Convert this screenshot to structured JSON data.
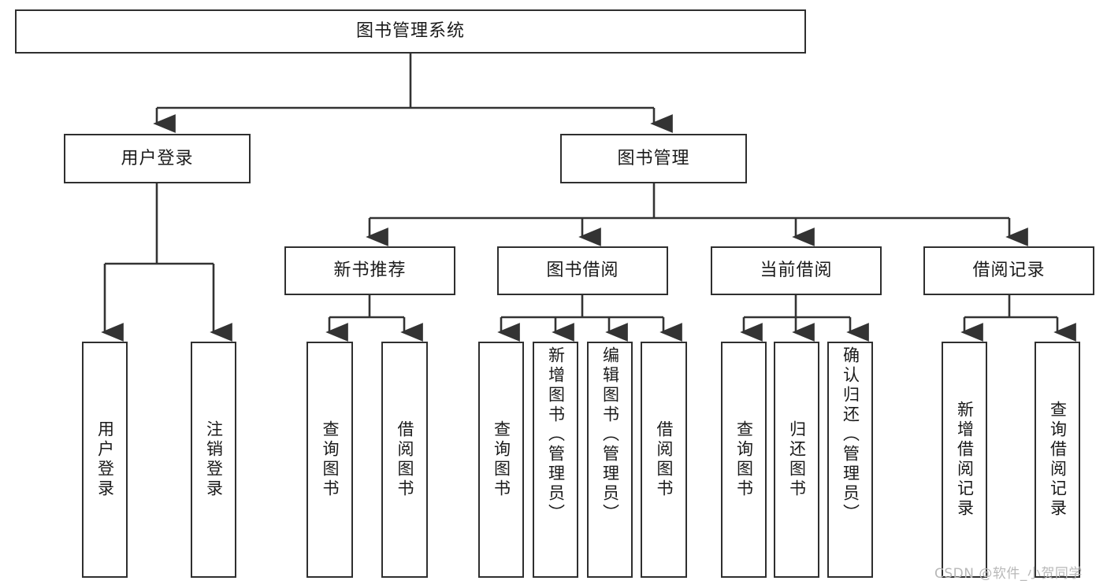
{
  "diagram": {
    "title": "图书管理系统",
    "type": "tree-hierarchy",
    "root": {
      "label": "图书管理系统"
    },
    "level1": [
      {
        "label": "用户登录"
      },
      {
        "label": "图书管理"
      }
    ],
    "level2": [
      {
        "label": "新书推荐",
        "parent": "图书管理"
      },
      {
        "label": "图书借阅",
        "parent": "图书管理"
      },
      {
        "label": "当前借阅",
        "parent": "图书管理"
      },
      {
        "label": "借阅记录",
        "parent": "图书管理"
      }
    ],
    "leaves": {
      "user_login": [
        {
          "label": "用户登录"
        },
        {
          "label": "注销登录"
        }
      ],
      "new_book_recommend": [
        {
          "label": "查询图书"
        },
        {
          "label": "借阅图书"
        }
      ],
      "book_borrow": [
        {
          "label": "查询图书"
        },
        {
          "label": "新增图书（管理员）"
        },
        {
          "label": "编辑图书（管理员）"
        },
        {
          "label": "借阅图书"
        }
      ],
      "current_borrow": [
        {
          "label": "查询图书"
        },
        {
          "label": "归还图书"
        },
        {
          "label": "确认归还（管理员）"
        }
      ],
      "borrow_record": [
        {
          "label": "新增借阅记录"
        },
        {
          "label": "查询借阅记录"
        }
      ]
    }
  },
  "colors": {
    "box_border": "#2f2f2f",
    "box_fill": "#ffffff",
    "connector": "#333333",
    "text": "#1a1a1a",
    "watermark": "#b8b8b8",
    "background": "#ffffff"
  },
  "watermark": {
    "text": "CSDN @软件_小贺同学"
  }
}
